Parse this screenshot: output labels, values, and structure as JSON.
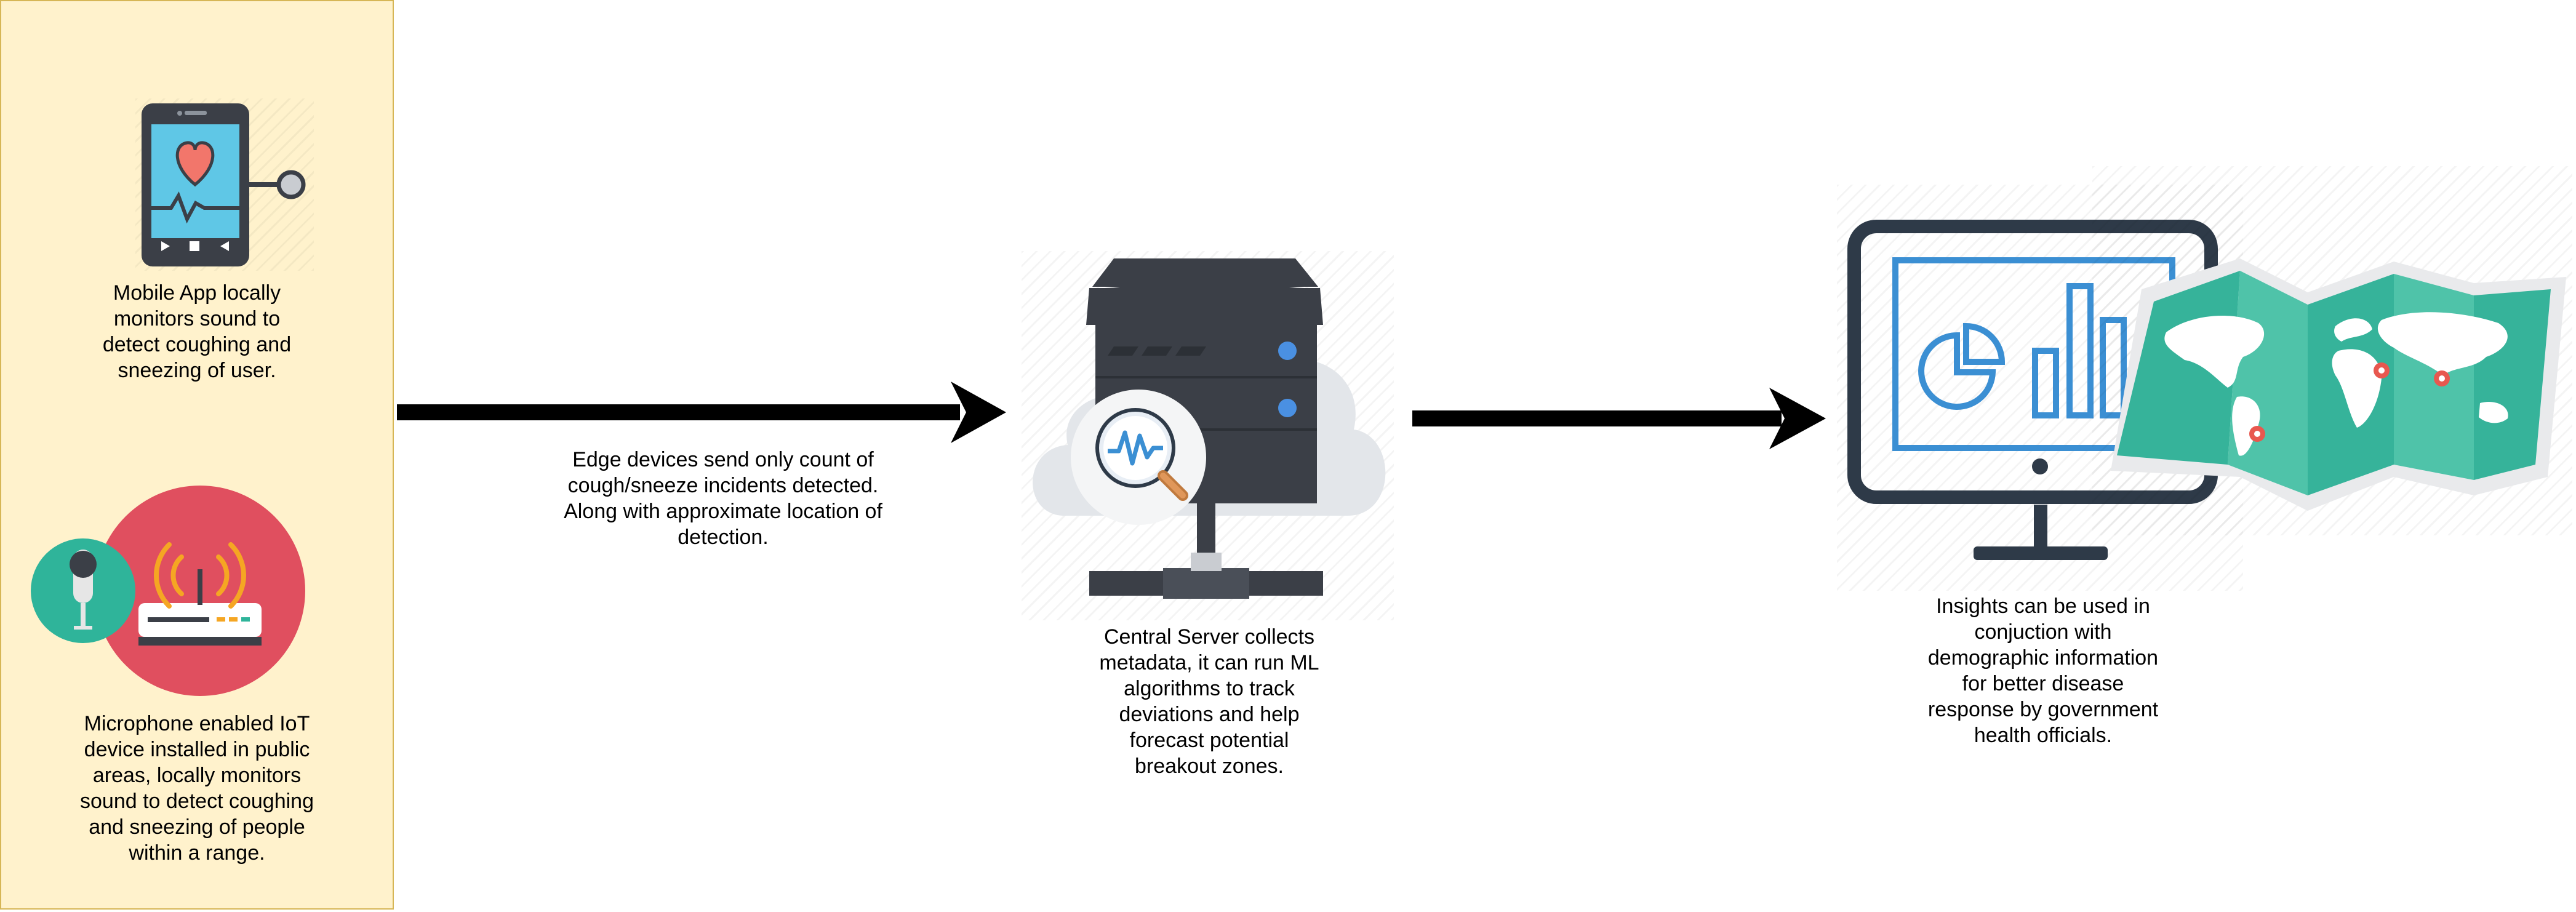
{
  "colors": {
    "panel_fill": "#fff2cc",
    "panel_border": "#d6b656",
    "arrow": "#000000",
    "server_dark": "#3b3f47",
    "server_light": "#4a4f58",
    "server_led": "#4a90e2",
    "cloud": "#e3e6ea",
    "monitor_frame": "#2e3a48",
    "monitor_chart": "#3b8fd3",
    "map_fill": "#36b39a",
    "map_light": "#4fc3a9",
    "map_pin": "#e8584f",
    "phone_screen": "#5fc7e6",
    "heart": "#f2766b",
    "iot_red": "#e04f5f",
    "iot_green": "#2fb49a",
    "signal": "#f5a623"
  },
  "icons": {
    "phone": "mobile-phone-heart-icon",
    "iot": "router-microphone-icon",
    "server": "server-cloud-icon",
    "monitor": "monitor-chart-icon",
    "map": "world-map-icon"
  },
  "labels": {
    "mobile_app": "Mobile App locally\nmonitors sound to\ndetect coughing and\nsneezing of user.",
    "iot_device": "Microphone enabled IoT\ndevice installed in public\nareas, locally monitors\nsound to detect coughing\nand sneezing of people\nwithin a range.",
    "edge_arrow": "Edge devices send only count of\ncough/sneeze incidents detected.\nAlong with approximate location of\ndetection.",
    "central_server": "Central Server collects\nmetadata, it can run ML\nalgorithms to track\ndeviations and help\nforecast potential\nbreakout zones.",
    "insights": "Insights can be used in\nconjuction with\ndemographic information\nfor better disease\nresponse by government\nhealth officials."
  }
}
